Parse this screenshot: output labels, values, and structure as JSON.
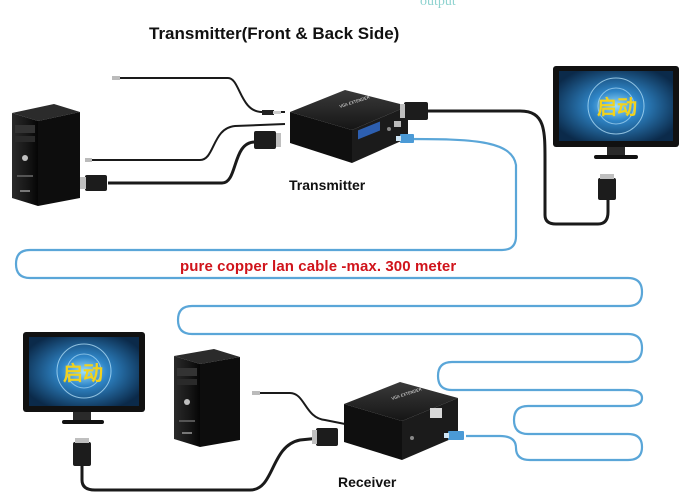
{
  "header": {
    "output_text": "output"
  },
  "title": "Transmitter(Front & Back Side)",
  "labels": {
    "transmitter": "Transmitter",
    "cable": "pure copper lan cable -max. 300 meter",
    "receiver": "Receiver"
  },
  "device_text": {
    "extender_front": "VGA EXTENDER",
    "extender_side": "VGA EXTENDER"
  },
  "screens": {
    "splash_text": "启动"
  },
  "colors": {
    "cable_label": "#d0141b",
    "lan_cable": "#5aa6d8",
    "cable_black": "#1a1a1a",
    "device_black": "#141414"
  }
}
